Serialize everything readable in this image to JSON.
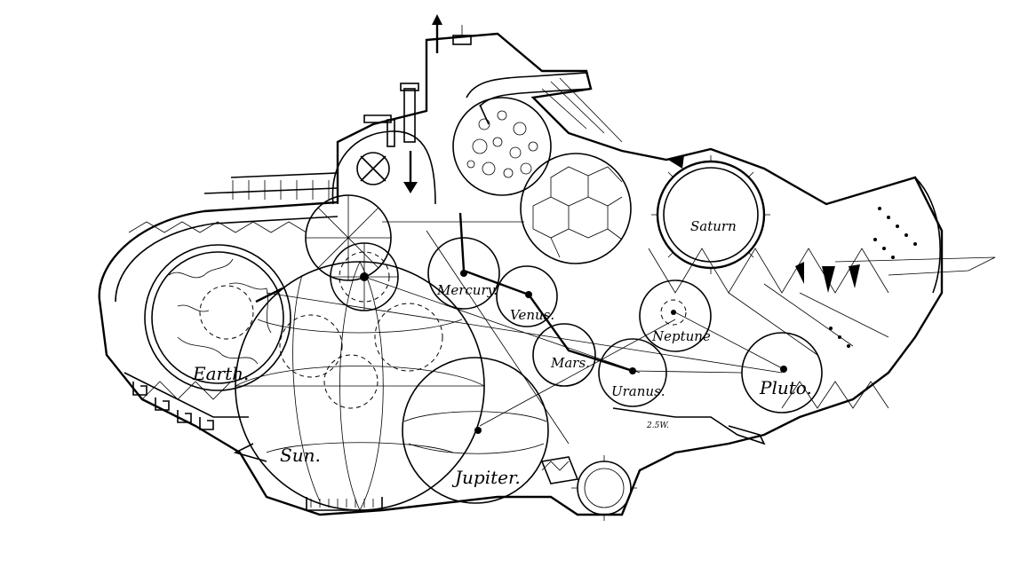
{
  "labels": {
    "earth": "Earth.",
    "sun": "Sun.",
    "mercury": "Mercury.",
    "venus": "Venus.",
    "mars": "Mars.",
    "jupiter": "Jupiter.",
    "saturn": "Saturn",
    "uranus": "Uranus.",
    "neptune": "Neptune",
    "pluto": "Pluto.",
    "scale": "2.5W."
  },
  "colors": {
    "ink": "#000000",
    "paper": "#ffffff"
  }
}
